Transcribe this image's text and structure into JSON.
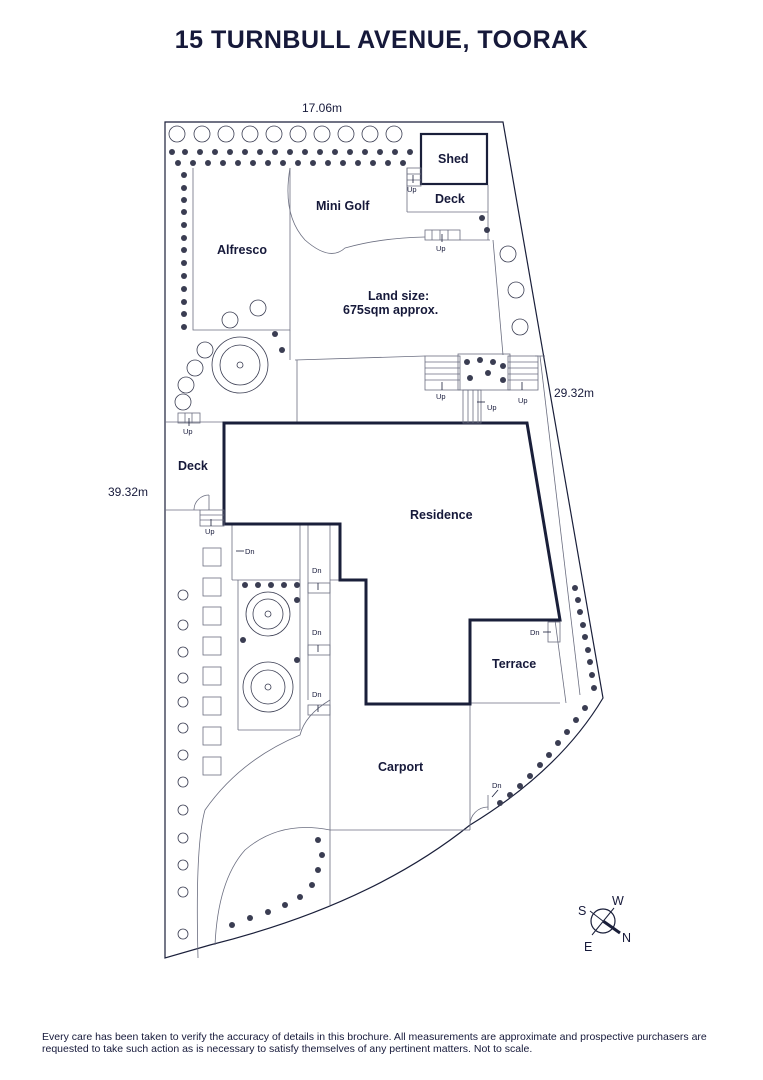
{
  "title": "15 TURNBULL AVENUE, TOORAK",
  "dimensions": {
    "top": "17.06m",
    "left": "39.32m",
    "right": "29.32m"
  },
  "rooms": {
    "shed": "Shed",
    "deck_top": "Deck",
    "mini_golf": "Mini Golf",
    "alfresco": "Alfresco",
    "land_size_line1": "Land size:",
    "land_size_line2": "675sqm approx.",
    "deck_left": "Deck",
    "residence": "Residence",
    "terrace": "Terrace",
    "carport": "Carport"
  },
  "markers": {
    "up": "Up",
    "dn": "Dn"
  },
  "compass": {
    "north": "N",
    "south": "S",
    "east": "E",
    "west": "W"
  },
  "disclaimer": "Every care has been taken to verify the accuracy of details in this brochure. All measurements are approximate and prospective purchasers are requested to take such action as is necessary to satisfy themselves of any pertinent matters. Not to scale."
}
